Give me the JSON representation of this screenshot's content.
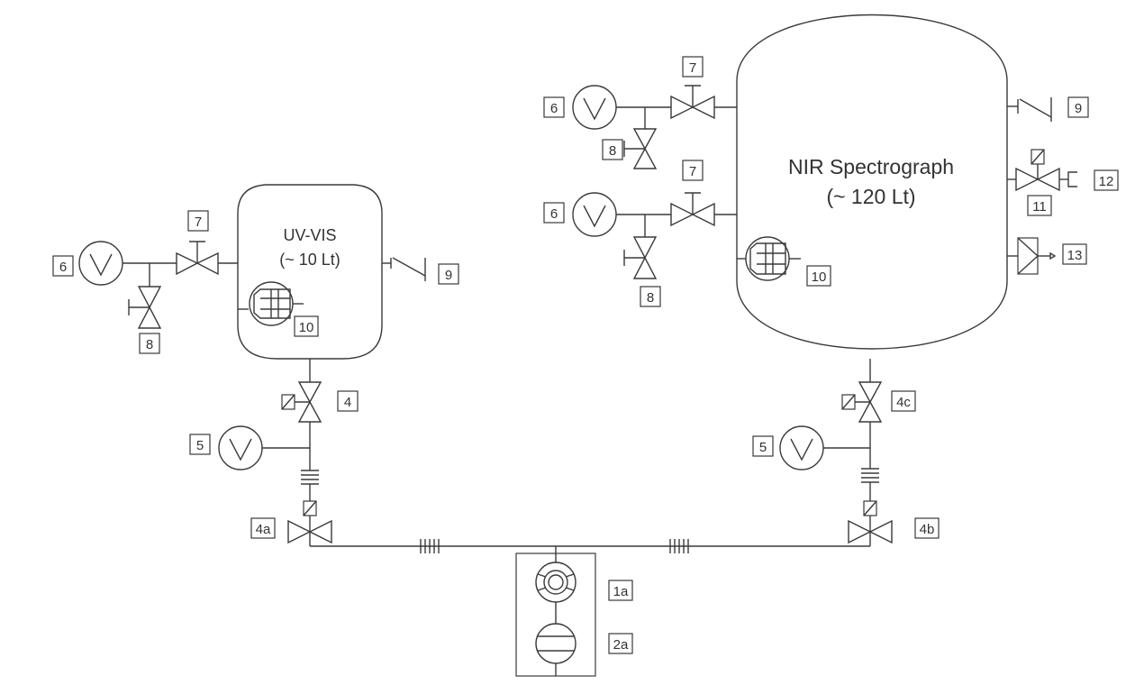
{
  "tanks": {
    "uvvis": {
      "name": "UV-VIS",
      "volume": "(~ 10 Lt)"
    },
    "nir": {
      "name": "NIR Spectrograph",
      "volume": "(~ 120 Lt)"
    }
  },
  "labels": {
    "uv_gauge": "6",
    "uv_valve_top": "7",
    "uv_valve_bottom": "8",
    "uv_port": "9",
    "uv_pump": "10",
    "uv_valve_main": "4",
    "uv_gauge_line": "5",
    "uv_valve_line": "4a",
    "nir_gauge_a": "6",
    "nir_valve_a": "7",
    "nir_valve_a_drain": "8",
    "nir_gauge_b": "6",
    "nir_valve_b": "7",
    "nir_valve_b_drain": "8",
    "nir_port": "9",
    "nir_pump": "10",
    "nir_vent_valve": "11",
    "nir_vent_cap": "12",
    "nir_relief": "13",
    "nir_valve_main": "4c",
    "nir_gauge_line": "5",
    "nir_valve_line": "4b",
    "pump_top": "1a",
    "pump_bottom": "2a"
  }
}
